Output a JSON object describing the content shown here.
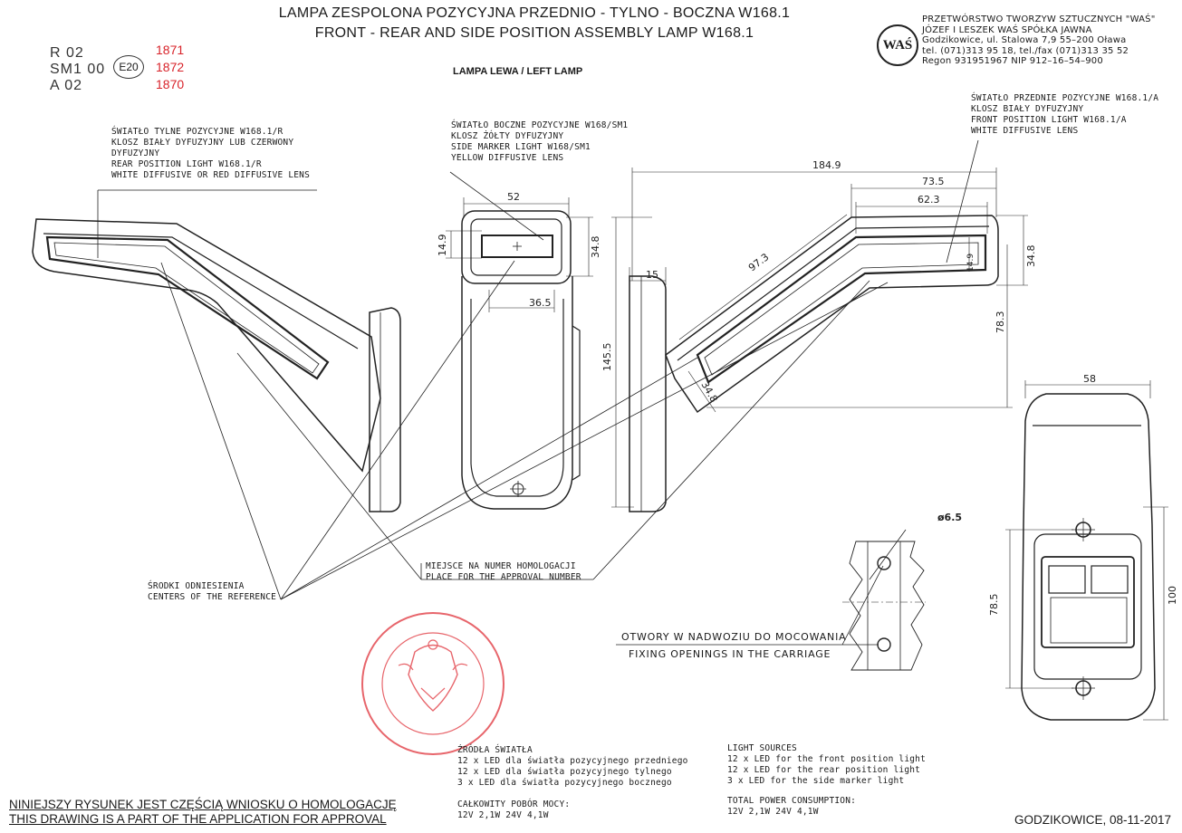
{
  "header": {
    "title_pl": "LAMPA ZESPOLONA POZYCYJNA PRZEDNIO - TYLNO - BOCZNA W168.1",
    "title_en": "FRONT - REAR AND SIDE POSITION ASSEMBLY LAMP W168.1",
    "subtitle": "LAMPA LEWA / LEFT LAMP"
  },
  "approval": {
    "codes": [
      "R 02",
      "SM1 00",
      "A 02"
    ],
    "mark": "E20",
    "numbers": [
      "1871",
      "1872",
      "1870"
    ]
  },
  "company": {
    "logo_text": "WAŚ",
    "lines": [
      "PRZETWÓRSTWO TWORZYW SZTUCZNYCH \"WAŚ\"",
      "JÓZEF I LESZEK WAŚ   SPÓŁKA JAWNA",
      "Godzikowice, ul. Stalowa 7,9      55–200 Oława",
      "tel. (071)313 95 18, tel./fax (071)313 35 52",
      "Regon 931951967 NIP 912–16–54–900"
    ]
  },
  "callouts": {
    "rear": [
      "ŚWIATŁO TYLNE POZYCYJNE W168.1/R",
      "KLOSZ BIAŁY DYFUZYJNY LUB CZERWONY",
      "DYFUZYJNY",
      "REAR POSITION LIGHT W168.1/R",
      "WHITE DIFFUSIVE OR RED DIFFUSIVE LENS"
    ],
    "side": [
      "ŚWIATŁO BOCZNE POZYCYJNE W168/SM1",
      "KLOSZ ŻÓŁTY DYFUZYJNY",
      "SIDE MARKER LIGHT W168/SM1",
      "YELLOW DIFFUSIVE LENS"
    ],
    "front": [
      "ŚWIATŁO PRZEDNIE POZYCYJNE W168.1/A",
      "KLOSZ BIAŁY DYFUZYJNY",
      "FRONT POSITION LIGHT W168.1/A",
      "WHITE DIFFUSIVE LENS"
    ],
    "reference": [
      "ŚRODKI ODNIESIENIA",
      "CENTERS OF THE REFERENCE"
    ],
    "approval_place": [
      "MIEJSCE NA NUMER HOMOLOGACJI",
      "PLACE FOR THE APPROVAL NUMBER"
    ],
    "fixing": [
      "OTWORY W NADWOZIU DO MOCOWANIA",
      "FIXING OPENINGS IN THE CARRIAGE"
    ]
  },
  "dimensions": {
    "d52": "52",
    "d14_9": "14.9",
    "d34_8a": "34.8",
    "d36_5": "36.5",
    "d145_5": "145.5",
    "d15": "15",
    "d184_9": "184.9",
    "d73_5": "73.5",
    "d62_3": "62.3",
    "d97_3": "97.3",
    "d34_8b": "34.8",
    "d14_9b": "14.9",
    "d78_3": "78.3",
    "d34_8c": "34.8",
    "d58": "58",
    "d78_5": "78.5",
    "d100": "100",
    "d6_5": "ø6.5"
  },
  "light_sources": {
    "pl_title": "ŹRÓDŁA ŚWIATŁA",
    "pl_lines": [
      "12 x LED dla światła pozycyjnego przedniego",
      "12 x LED dla światła pozycyjnego tylnego",
      "3 x LED dla światła pozycyjnego bocznego"
    ],
    "en_title": "LIGHT SOURCES",
    "en_lines": [
      "12 x LED for the front position light",
      "12 x LED for the rear position light",
      "3 x LED for the side marker light"
    ]
  },
  "power": {
    "pl_title": "CAŁKOWITY POBÓR MOCY:",
    "pl_value": "12V 2,1W  24V 4,1W",
    "en_title": "TOTAL POWER CONSUMPTION:",
    "en_value": "12V 2,1W  24V 4,1W"
  },
  "footer": {
    "note_pl": "NINIEJSZY RYSUNEK JEST CZĘŚCIĄ WNIOSKU O HOMOLOGACJĘ",
    "note_en": "THIS DRAWING IS A PART OF THE APPLICATION FOR APPROVAL",
    "place_date": "GODZIKOWICE, 08-11-2017"
  },
  "colors": {
    "stamp": "#e0323a",
    "approval_numbers": "#d8232a",
    "line": "#222222"
  }
}
